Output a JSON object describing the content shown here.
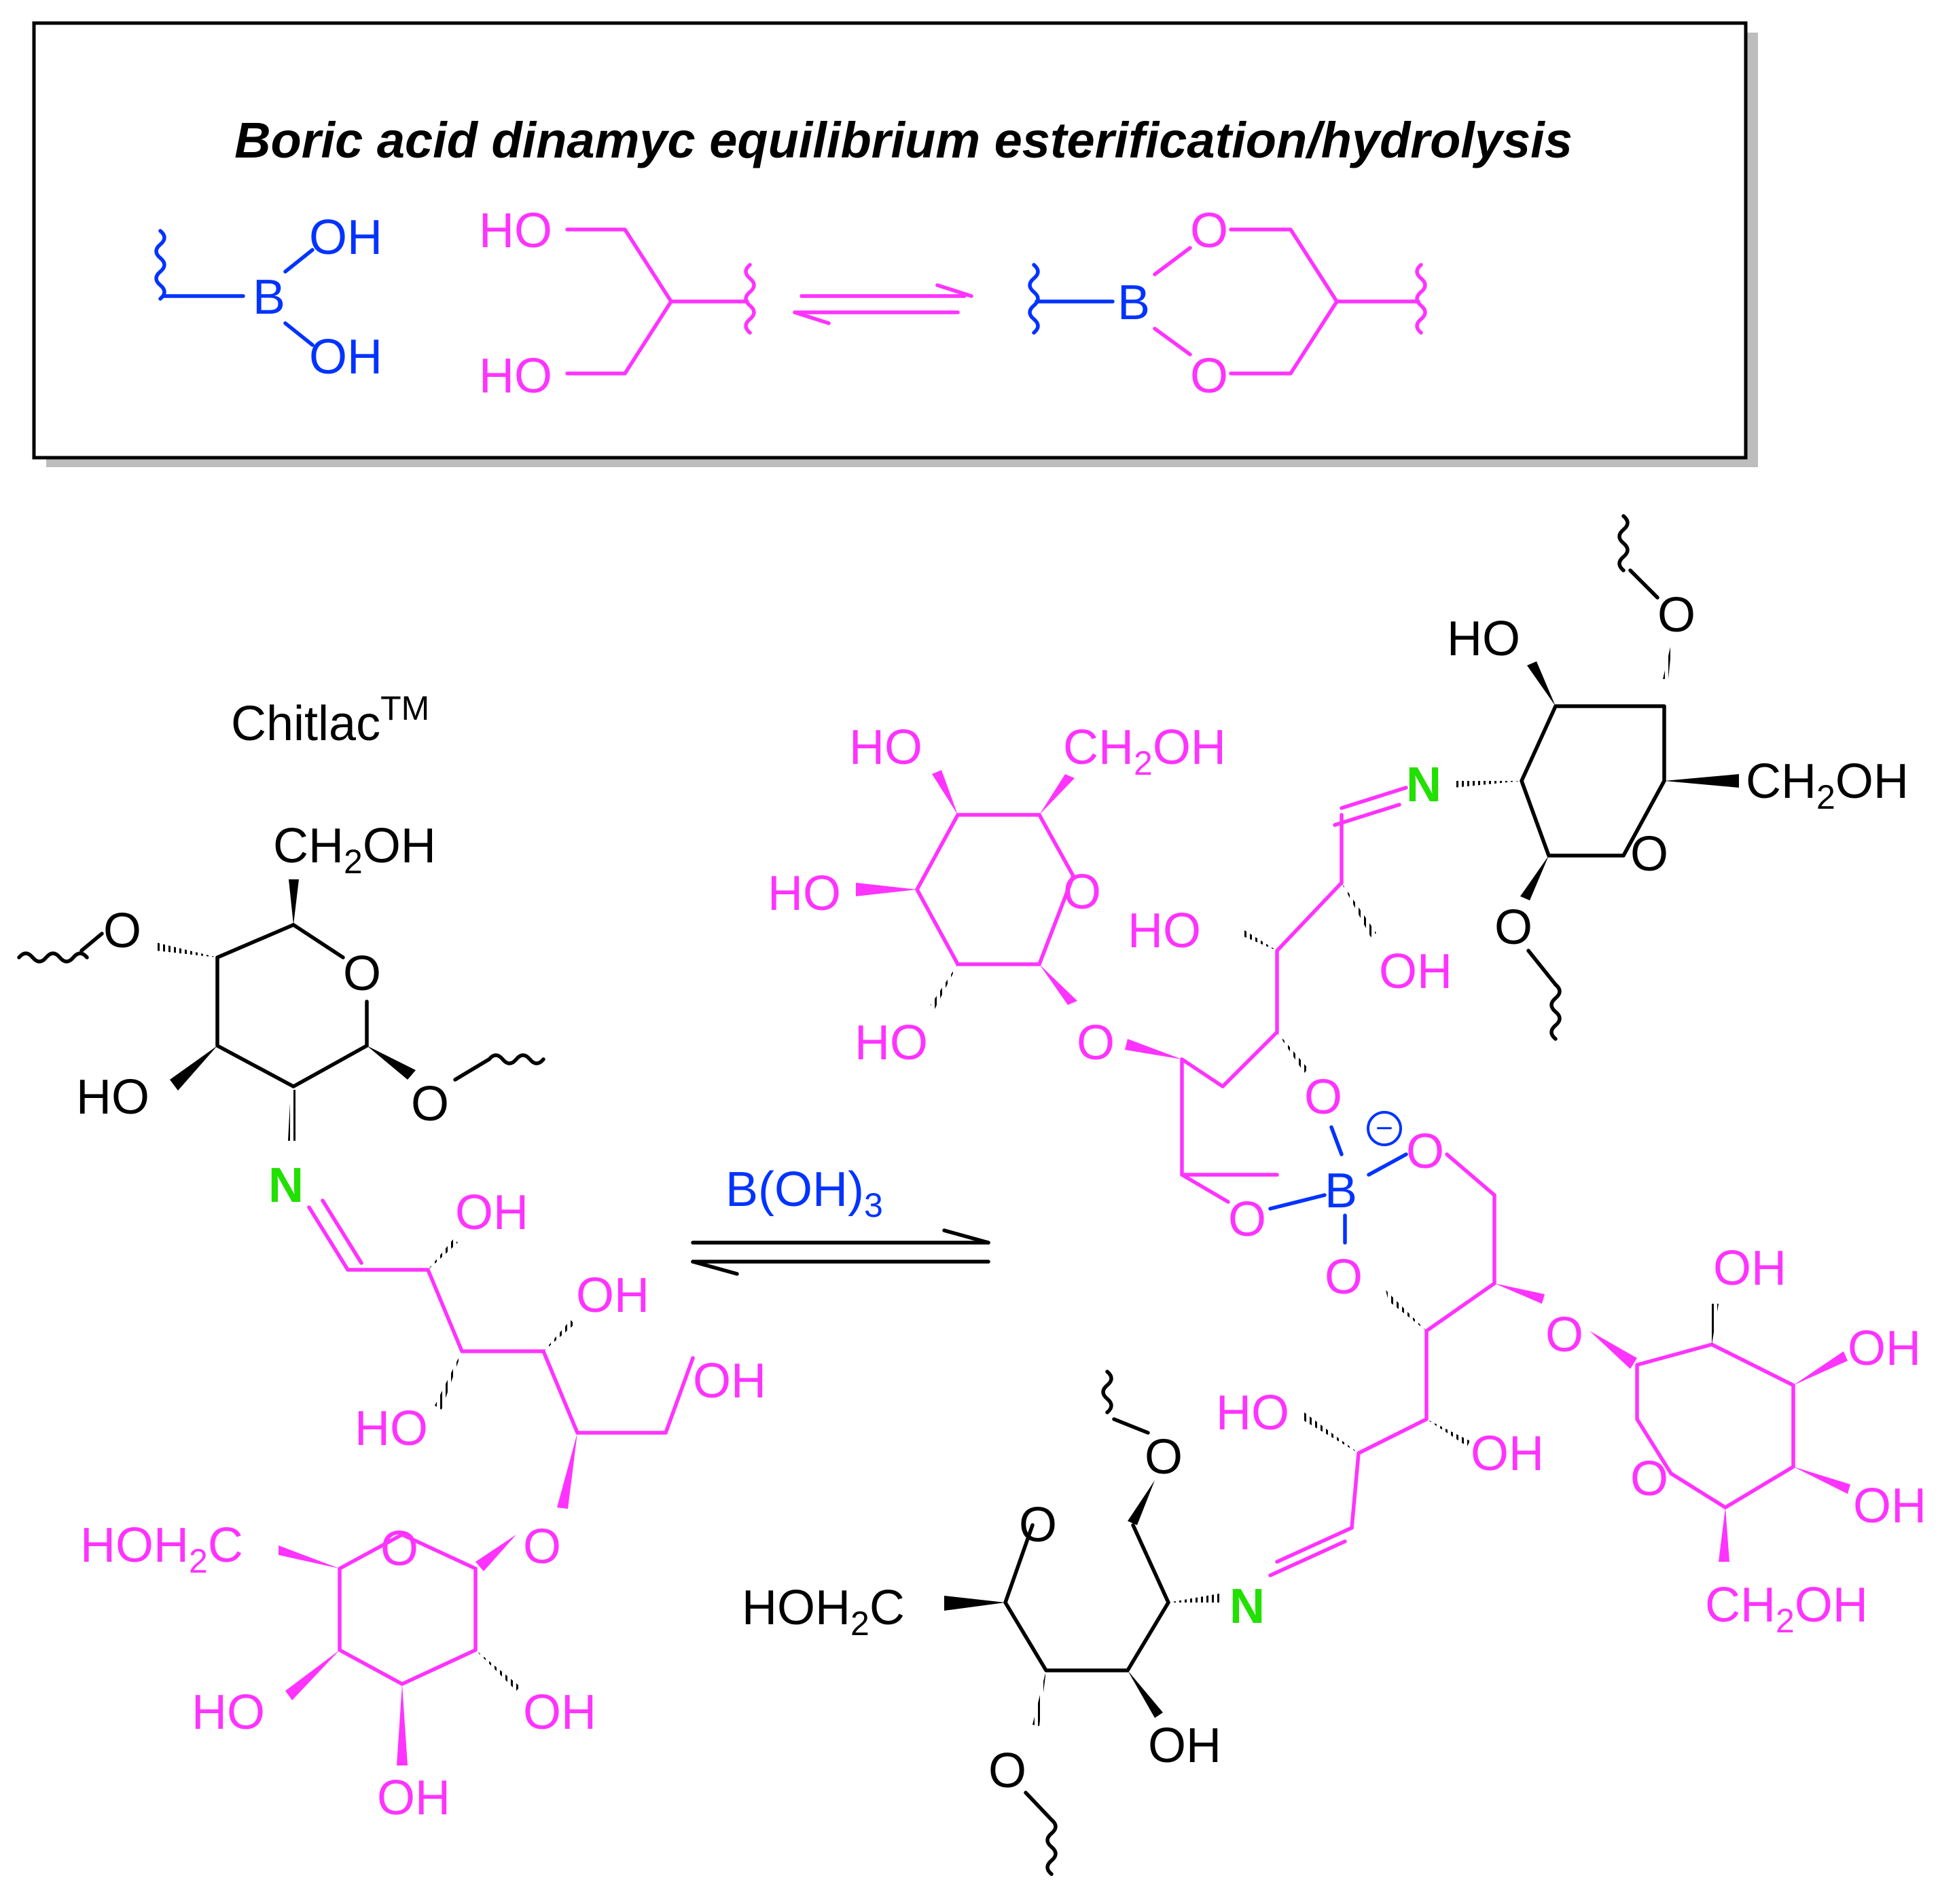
{
  "header": {
    "title": "Boric acid dinamyc equilibrium esterification/hydrolysis"
  },
  "colors": {
    "boron": "#0033ff",
    "lactose_chain": "#ff33ff",
    "imine_nitrogen": "#22e000",
    "chitosan": "#000000"
  },
  "scheme_top": {
    "boronic_acid": {
      "oh_upper": "OH",
      "boron": "B",
      "oh_lower": "OH"
    },
    "diol": {
      "ho_upper": "HO",
      "ho_lower": "HO"
    },
    "ester": {
      "boron": "B",
      "o_upper": "O",
      "o_lower": "O"
    }
  },
  "reactant": {
    "name": "Chitlac",
    "name_sup": "TM",
    "ch2oh": "CH",
    "ch2oh_sub": "2",
    "ch2oh_tail": "OH",
    "o_left": "O",
    "o_ring": "O",
    "o_right": "O",
    "ho": "HO",
    "n": "N",
    "oh1": "OH",
    "oh2": "OH",
    "ho2": "HO",
    "oh3": "OH",
    "o_link": "O",
    "gal_ch2": "HOH",
    "gal_ch2_sub": "2",
    "gal_ch2_tail": "C",
    "gal_o_ring": "O",
    "gal_ho": "HO",
    "gal_oh1": "OH",
    "gal_oh2": "OH"
  },
  "reagent": {
    "label": "B(OH)",
    "label_sub": "3"
  },
  "product": {
    "top_chitosan": {
      "o_top": "O",
      "ho": "HO",
      "n": "N",
      "ch2oh": "CH",
      "ch2oh_sub": "2",
      "ch2oh_tail": "OH",
      "o_ring": "O",
      "o_bottom": "O"
    },
    "top_lactose": {
      "ho1": "HO",
      "ch2oh": "CH",
      "ch2oh_sub": "2",
      "ch2oh_tail": "OH",
      "ho2": "HO",
      "o_ring": "O",
      "ho3": "HO",
      "ho4": "HO",
      "oh1": "OH",
      "o_link": "O",
      "o_b1": "O",
      "o_b2": "O"
    },
    "borate": {
      "boron": "B",
      "charge": "−",
      "o_b3": "O",
      "o_b4": "O"
    },
    "bottom_lactose": {
      "oh1": "OH",
      "o_link": "O",
      "oh2": "OH",
      "ho1": "HO",
      "oh3": "OH",
      "o_ring": "O",
      "oh4": "OH",
      "ch2oh": "CH",
      "ch2oh_sub": "2",
      "ch2oh_tail": "OH"
    },
    "bottom_chitosan": {
      "o_top": "O",
      "o_ring": "O",
      "hoh2c": "HOH",
      "hoh2c_sub": "2",
      "hoh2c_tail": "C",
      "n": "N",
      "oh": "OH",
      "o_bottom": "O"
    }
  }
}
